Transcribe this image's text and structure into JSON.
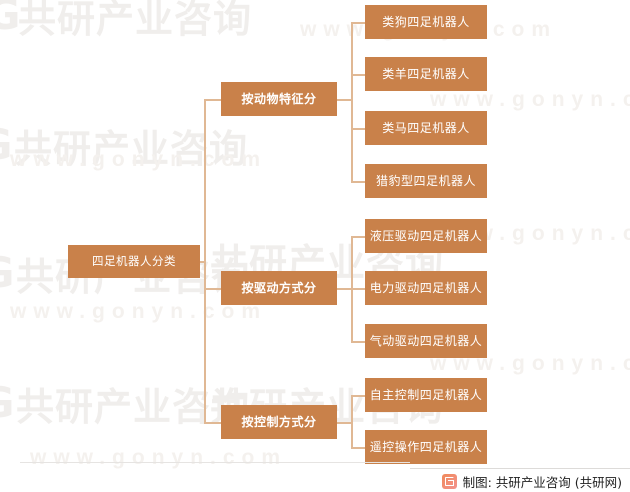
{
  "diagram": {
    "type": "tree-mindmap",
    "orientation": "left-to-right",
    "root": {
      "label": "四足机器人分类"
    },
    "branches": [
      {
        "label": "按动物特征分",
        "children": [
          {
            "label": "类狗四足机器人"
          },
          {
            "label": "类羊四足机器人"
          },
          {
            "label": "类马四足机器人"
          },
          {
            "label": "猎豹型四足机器人"
          }
        ]
      },
      {
        "label": "按驱动方式分",
        "children": [
          {
            "label": "液压驱动四足机器人"
          },
          {
            "label": "电力驱动四足机器人"
          },
          {
            "label": "气动驱动四足机器人"
          }
        ]
      },
      {
        "label": "按控制方式分",
        "children": [
          {
            "label": "自主控制四足机器人"
          },
          {
            "label": "遥控操作四足机器人"
          }
        ]
      }
    ]
  },
  "colors": {
    "node_fill": "#c9814a",
    "node_text": "#ffffff",
    "connector": "#e0b894",
    "watermark": "#f0eeec",
    "background": "#ffffff"
  },
  "footer": {
    "credit": "制图: 共研产业咨询 (共研网)",
    "logo_icon": "gonyn-logo-icon"
  },
  "watermarks": {
    "brand": "共研产业咨询",
    "url": "www.gonyn.com",
    "logo_mark": "G"
  }
}
